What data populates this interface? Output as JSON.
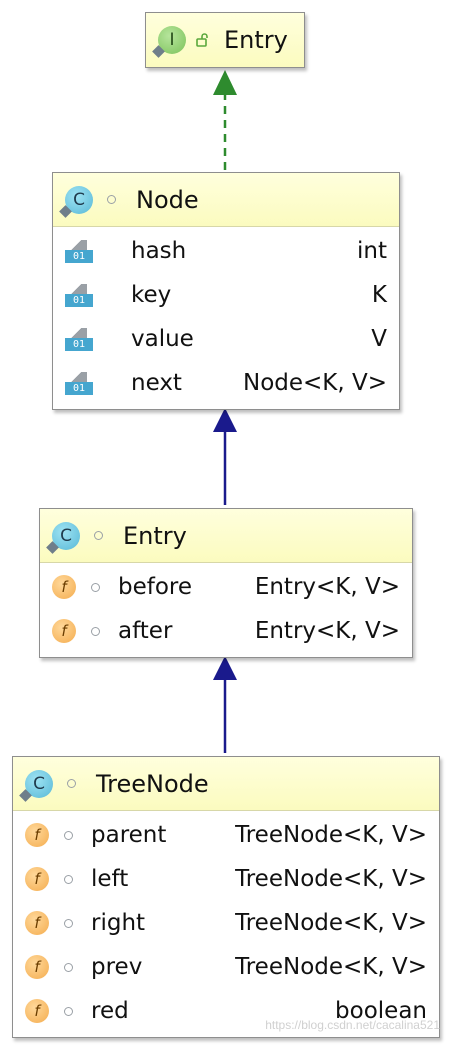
{
  "classes": [
    {
      "title": "Entry",
      "kind": "interface",
      "fields": []
    },
    {
      "title": "Node",
      "kind": "class",
      "fields": [
        {
          "name": "hash",
          "type": "int"
        },
        {
          "name": "key",
          "type": "K"
        },
        {
          "name": "value",
          "type": "V"
        },
        {
          "name": "next",
          "type": "Node<K, V>"
        }
      ]
    },
    {
      "title": "Entry",
      "kind": "class",
      "fields": [
        {
          "name": "before",
          "type": "Entry<K, V>"
        },
        {
          "name": "after",
          "type": "Entry<K, V>"
        }
      ]
    },
    {
      "title": "TreeNode",
      "kind": "class",
      "fields": [
        {
          "name": "parent",
          "type": "TreeNode<K, V>"
        },
        {
          "name": "left",
          "type": "TreeNode<K, V>"
        },
        {
          "name": "right",
          "type": "TreeNode<K, V>"
        },
        {
          "name": "prev",
          "type": "TreeNode<K, V>"
        },
        {
          "name": "red",
          "type": "boolean"
        }
      ]
    }
  ],
  "icons": {
    "interface": "I",
    "class": "C",
    "field": "f",
    "binary": "01"
  },
  "colors": {
    "realization_arrow": "#2e8b2e",
    "inheritance_arrow": "#1a1a8c",
    "header_bg": "#fbfbbf"
  },
  "watermark": "https://blog.csdn.net/cacalina521"
}
